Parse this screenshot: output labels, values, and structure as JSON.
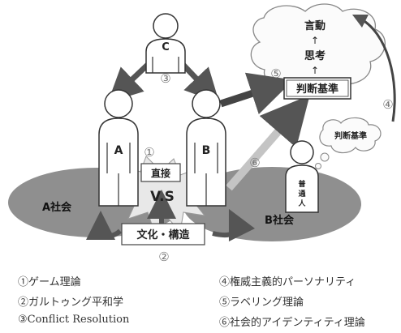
{
  "persons": {
    "a": "A",
    "b": "B",
    "c": "C",
    "small": "普通人"
  },
  "markers": {
    "one": "①",
    "two": "②",
    "three": "③",
    "four": "④",
    "five": "⑤",
    "six": "⑥"
  },
  "boxes": {
    "direct": "直接",
    "vs": "V.S",
    "culture": "文化・構造",
    "criterion": "判断基準"
  },
  "societies": {
    "a": "A社会",
    "b": "B社会"
  },
  "cloud": {
    "speech": "言動",
    "thought": "思考",
    "up_arrow": "↑",
    "small_criterion": "判断基準"
  },
  "legend": [
    "①ゲーム理論",
    "④権威主義的パーソナリティ",
    "②ガルトゥング平和学",
    "⑤ラベリング理論",
    "③Conflict Resolution",
    "⑥社会的アイデンティティ理論"
  ],
  "colors": {
    "ellipse": "#8a8a8a",
    "arrow": "#555555",
    "light_arrow": "#bdbdbd",
    "burst": "#e6e6e6"
  }
}
